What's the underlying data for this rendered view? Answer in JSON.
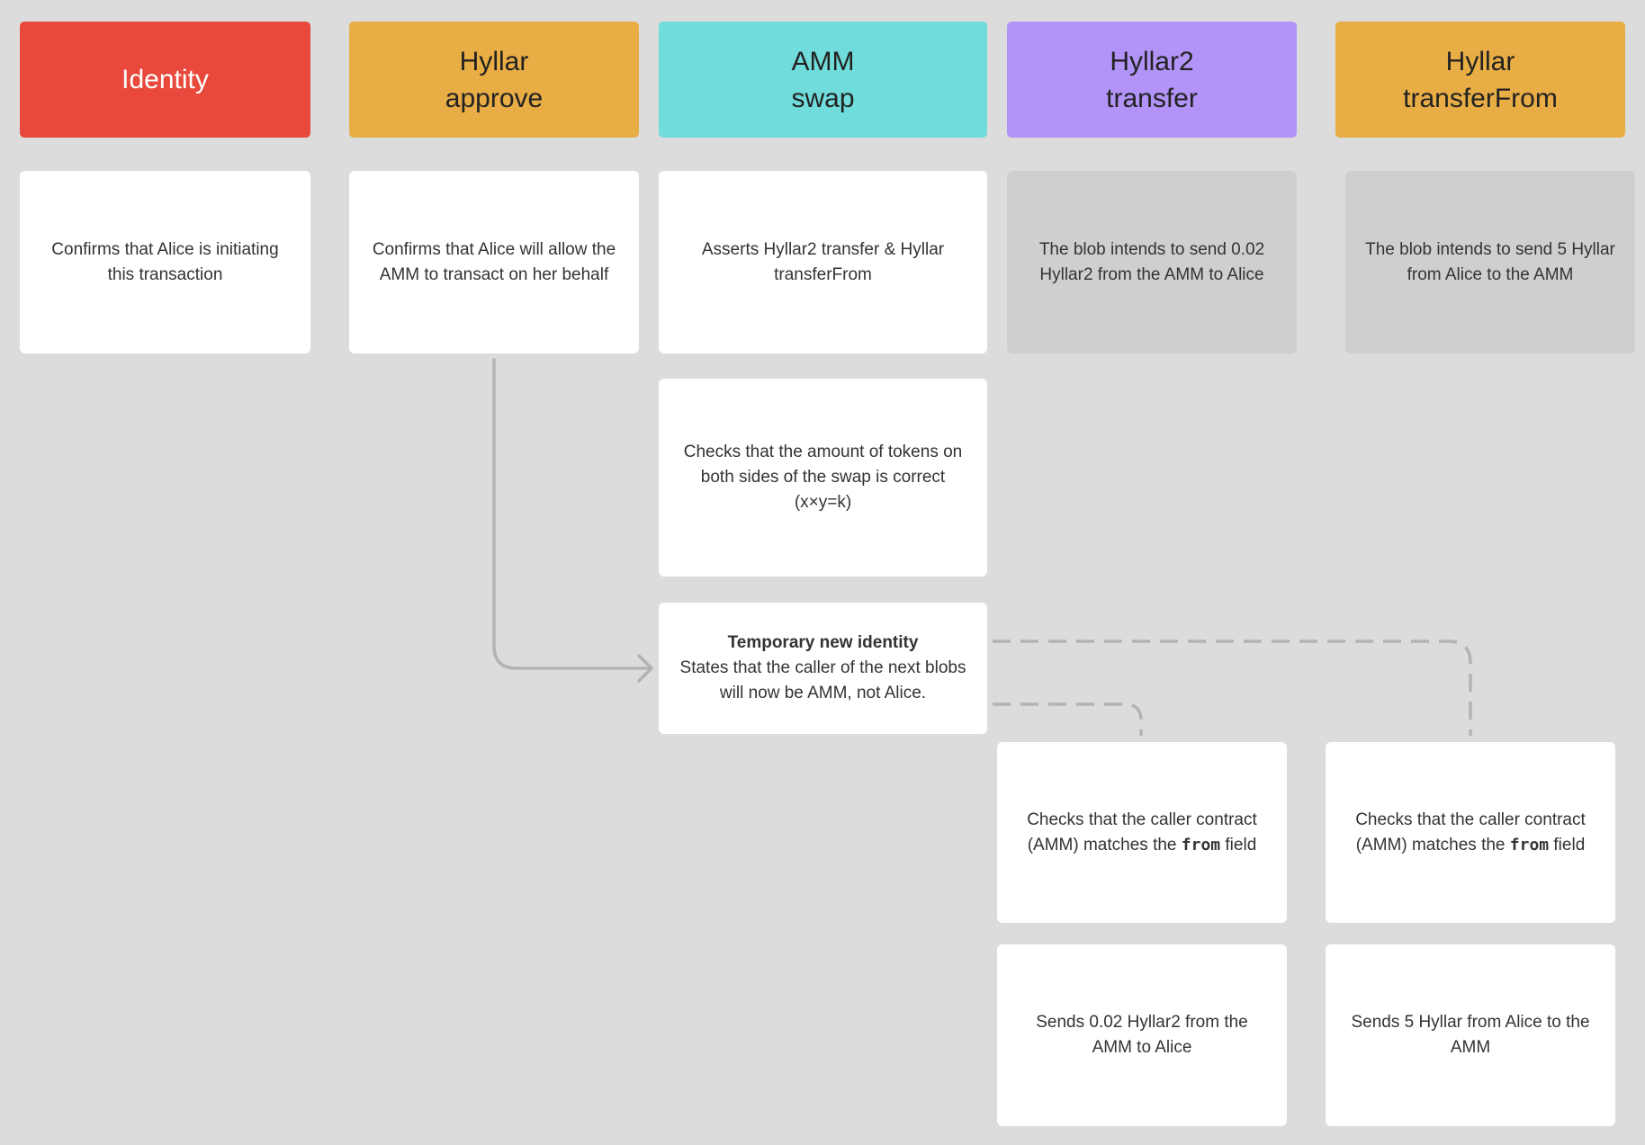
{
  "headers": [
    {
      "line1": "Identity",
      "line2": "",
      "color": "#e8493c"
    },
    {
      "line1": "Hyllar",
      "line2": "approve",
      "color": "#e8ad45"
    },
    {
      "line1": "AMM",
      "line2": "swap",
      "color": "#70dcdb"
    },
    {
      "line1": "Hyllar2",
      "line2": "transfer",
      "color": "#b294f8"
    },
    {
      "line1": "Hyllar",
      "line2": "transferFrom",
      "color": "#e8ad45"
    }
  ],
  "cards": {
    "identity": "Confirms that Alice is initiating this transaction",
    "approve": "Confirms that Alice will allow the AMM to transact on her behalf",
    "swap_assert": "Asserts Hyllar2 transfer & Hyllar transferFrom",
    "hyllar2_blob": "The blob intends to send 0.02 Hyllar2 from the AMM to Alice",
    "hyllar_blob": "The blob intends to send 5 Hyllar from Alice to the AMM",
    "swap_check": "Checks that the amount of tokens on both sides of the swap is correct",
    "swap_formula": "(x×y=k)",
    "temp_identity_title": "Temporary new identity",
    "temp_identity_body": "States that the caller of the next blobs will now be AMM, not Alice.",
    "hyllar2_check_a": "Checks that the caller contract (AMM) matches the",
    "hyllar2_check_code": "from",
    "hyllar2_check_b": "field",
    "hyllar_check_a": "Checks that the caller contract (AMM) matches the",
    "hyllar_check_code": "from",
    "hyllar_check_b": "field",
    "hyllar2_send": "Sends 0.02 Hyllar2 from the AMM to Alice",
    "hyllar_send": "Sends 5 Hyllar from Alice to the AMM"
  },
  "colors": {
    "background": "#dcdcdc",
    "card": "#ffffff",
    "blob_card": "#cfcfcf",
    "connector": "#b3b3b3"
  }
}
